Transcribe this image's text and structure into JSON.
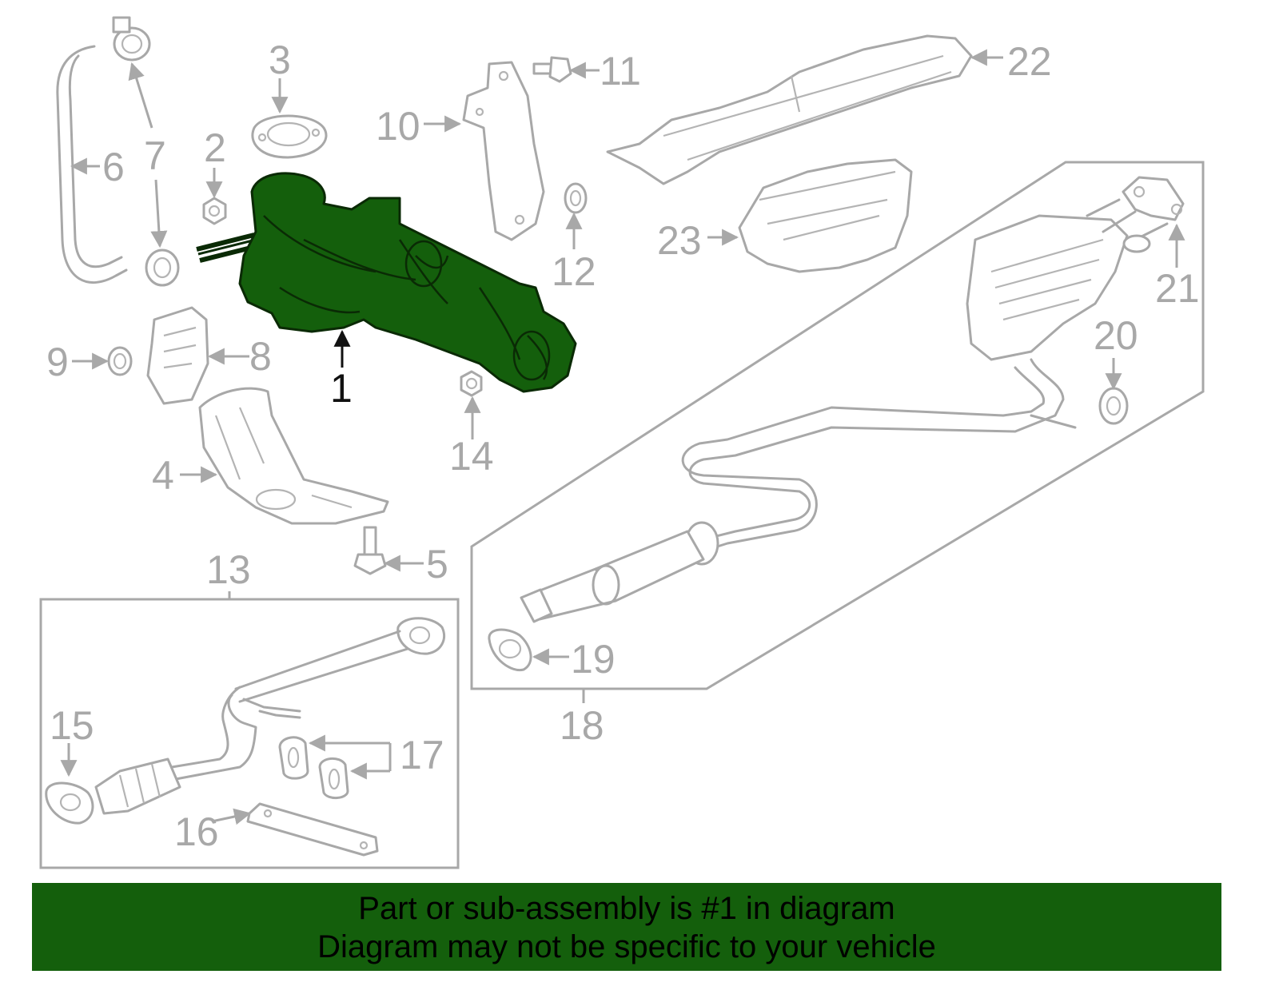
{
  "callouts": {
    "c1": "1",
    "c2": "2",
    "c3": "3",
    "c4": "4",
    "c5": "5",
    "c6": "6",
    "c7": "7",
    "c8": "8",
    "c9": "9",
    "c10": "10",
    "c11": "11",
    "c12": "12",
    "c13": "13",
    "c14": "14",
    "c15": "15",
    "c16": "16",
    "c17": "17",
    "c18": "18",
    "c19": "19",
    "c20": "20",
    "c21": "21",
    "c22": "22",
    "c23": "23"
  },
  "banner": {
    "line1": "Part or sub-assembly is #1 in diagram",
    "line2": "Diagram may not be specific to your vehicle"
  },
  "colors": {
    "highlight": "#145f0c",
    "line_art": "#a8a8a8",
    "banner_bg": "#145f0c"
  },
  "highlighted_part": "1"
}
